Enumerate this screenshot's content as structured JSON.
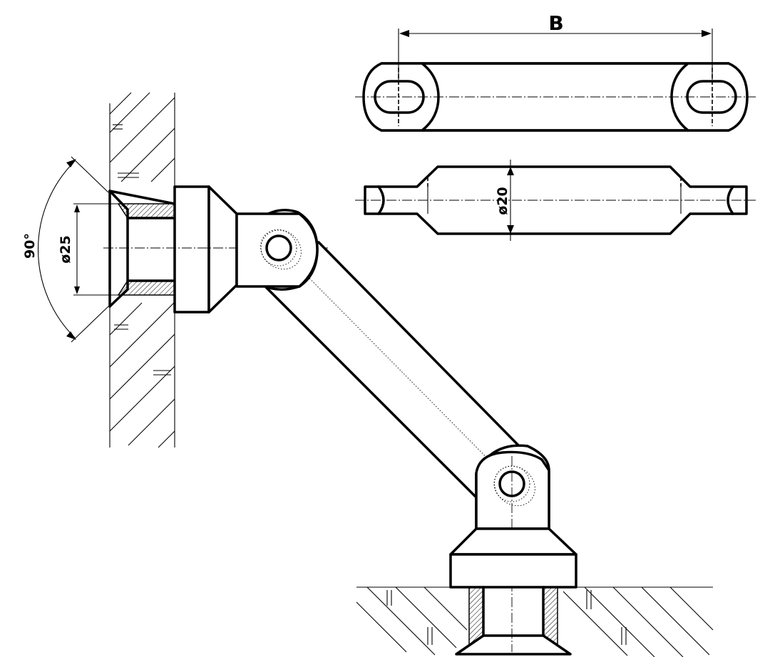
{
  "dimensions": {
    "length_label": "B",
    "rod_diameter_label": "ø20",
    "bore_diameter_label": "ø25",
    "countersink_angle_label": "90°"
  },
  "colors": {
    "line": "#000000",
    "background": "#ffffff"
  }
}
